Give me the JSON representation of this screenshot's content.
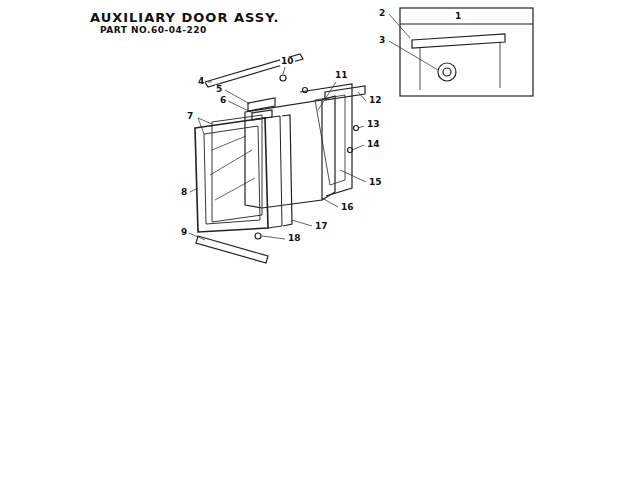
{
  "diagram": {
    "title": "AUXILIARY DOOR ASSY.",
    "labels": [
      "PART NO.60-04-220",
      "1",
      "2",
      "3",
      "4",
      "5",
      "6",
      "7",
      "8",
      "9",
      "10",
      "11",
      "12",
      "13",
      "14",
      "15",
      "16",
      "17",
      "18"
    ]
  }
}
